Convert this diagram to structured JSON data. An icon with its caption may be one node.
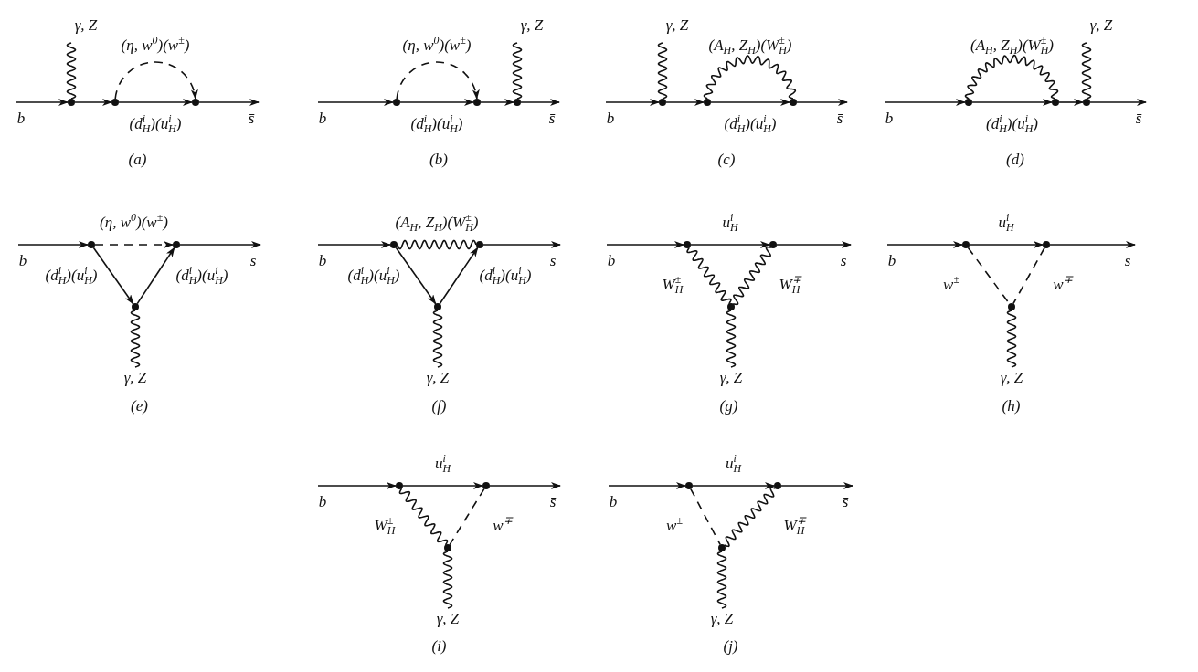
{
  "diagram": {
    "nodes": [
      {
        "text": [],
        "shape": "circle"
      },
      {
        "text": [],
        "shape": "circle"
      },
      {
        "text": [],
        "shape": "circle"
      },
      {
        "text": [],
        "shape": "circle"
      },
      {
        "text": [],
        "shape": "circle"
      },
      {
        "text": [],
        "shape": "circle"
      },
      {
        "text": [],
        "shape": "circle"
      },
      {
        "text": [],
        "shape": "circle"
      },
      {
        "text": [],
        "shape": "circle"
      },
      {
        "text": [],
        "shape": "circle"
      },
      {
        "text": [],
        "shape": "circle"
      },
      {
        "text": [],
        "shape": "circle"
      },
      {
        "text": [],
        "shape": "circle"
      },
      {
        "text": [],
        "shape": "circle"
      },
      {
        "text": [],
        "shape": "circle"
      },
      {
        "text": [],
        "shape": "circle"
      },
      {
        "text": [],
        "shape": "circle"
      },
      {
        "text": [],
        "shape": "circle"
      },
      {
        "text": [],
        "shape": "circle"
      },
      {
        "text": [],
        "shape": "circle"
      },
      {
        "text": [],
        "shape": "circle"
      },
      {
        "text": [],
        "shape": "circle"
      },
      {
        "text": [],
        "shape": "circle"
      },
      {
        "text": [],
        "shape": "circle"
      },
      {
        "text": [],
        "shape": "circle"
      },
      {
        "text": [],
        "shape": "circle"
      },
      {
        "text": [],
        "shape": "circle"
      },
      {
        "text": [],
        "shape": "circle"
      },
      {
        "text": [],
        "shape": "circle"
      },
      {
        "text": [],
        "shape": "circle"
      }
    ],
    "edges": [
      {
        "from": null,
        "to": 0,
        "arrow": "to",
        "label": "b"
      },
      {
        "from": 0,
        "to": 1,
        "arrow": "to"
      },
      {
        "from": 1,
        "to": 2,
        "arrow": "to",
        "label": "(d$^{i}$$_{H}$)(u$^{i}$$_{H}$)"
      },
      {
        "from": 2,
        "to": null,
        "arrow": "to",
        "label": "s̄"
      },
      {
        "from": 0,
        "to": null,
        "arrow": "none",
        "label": "γ, Z"
      },
      {
        "from": 1,
        "to": 2,
        "arrow": "to",
        "style": "dashed",
        "label": "(η, w$^{0}$)(w$^{±}$)"
      },
      {
        "from": null,
        "to": 3,
        "arrow": "to",
        "label": "b"
      },
      {
        "from": 3,
        "to": 4,
        "arrow": "to",
        "label": "(d$^{i}$$_{H}$)(u$^{i}$$_{H}$)"
      },
      {
        "from": 4,
        "to": 5,
        "arrow": "to"
      },
      {
        "from": 5,
        "to": null,
        "arrow": "to",
        "label": "s̄"
      },
      {
        "from": 5,
        "to": null,
        "arrow": "none",
        "label": "γ, Z"
      },
      {
        "from": 3,
        "to": 4,
        "arrow": "to",
        "style": "dashed",
        "label": "(η, w$^{0}$)(w$^{±}$)"
      },
      {
        "from": null,
        "to": 6,
        "arrow": "to",
        "label": "b"
      },
      {
        "from": 6,
        "to": 7,
        "arrow": "to"
      },
      {
        "from": 7,
        "to": 8,
        "arrow": "to",
        "label": "(d$^{i}$$_{H}$)(u$^{i}$$_{H}$)"
      },
      {
        "from": 8,
        "to": null,
        "arrow": "to",
        "label": "s̄"
      },
      {
        "from": 6,
        "to": null,
        "arrow": "none",
        "label": "γ, Z"
      },
      {
        "from": 7,
        "to": 8,
        "arrow": "none",
        "label": "(A$_{H}$, Z$_{H}$)(W$^{±}$$_{H}$)"
      },
      {
        "from": null,
        "to": 9,
        "arrow": "to",
        "label": "b"
      },
      {
        "from": 9,
        "to": 10,
        "arrow": "to",
        "label": "(d$^{i}$$_{H}$)(u$^{i}$$_{H}$)"
      },
      {
        "from": 10,
        "to": 11,
        "arrow": "to"
      },
      {
        "from": 11,
        "to": null,
        "arrow": "to",
        "label": "s̄"
      },
      {
        "from": 11,
        "to": null,
        "arrow": "none",
        "label": "γ, Z"
      },
      {
        "from": 9,
        "to": 10,
        "arrow": "none",
        "label": "(A$_{H}$, Z$_{H}$)(W$^{±}$$_{H}$)"
      },
      {
        "from": null,
        "to": 12,
        "arrow": "to",
        "label": "b"
      },
      {
        "from": 12,
        "to": 13,
        "arrow": "to",
        "style": "dashed",
        "label": "(η, w$^{0}$)(w$^{±}$)"
      },
      {
        "from": 13,
        "to": null,
        "arrow": "to",
        "label": "s̄"
      },
      {
        "from": 12,
        "to": 14,
        "arrow": "to",
        "label": "(d$^{i}$$_{H}$)(u$^{i}$$_{H}$)"
      },
      {
        "from": 14,
        "to": 13,
        "arrow": "to",
        "label": "(d$^{i}$$_{H}$)(u$^{i}$$_{H}$)"
      },
      {
        "from": 14,
        "to": null,
        "arrow": "none",
        "label": "γ, Z"
      },
      {
        "from": null,
        "to": 15,
        "arrow": "to",
        "label": "b"
      },
      {
        "from": 15,
        "to": 16,
        "arrow": "none",
        "label": "(A$_{H}$, Z$_{H}$)(W$^{±}$$_{H}$)"
      },
      {
        "from": 16,
        "to": null,
        "arrow": "to",
        "label": "s̄"
      },
      {
        "from": 15,
        "to": 17,
        "arrow": "to",
        "label": "(d$^{i}$$_{H}$)(u$^{i}$$_{H}$)"
      },
      {
        "from": 17,
        "to": 16,
        "arrow": "to",
        "label": "(d$^{i}$$_{H}$)(u$^{i}$$_{H}$)"
      },
      {
        "from": 17,
        "to": null,
        "arrow": "none",
        "label": "γ, Z"
      },
      {
        "from": null,
        "to": 18,
        "arrow": "to",
        "label": "b"
      },
      {
        "from": 18,
        "to": 19,
        "arrow": "to",
        "label": "u$^{i}$$_{H}$"
      },
      {
        "from": 19,
        "to": null,
        "arrow": "to",
        "label": "s̄"
      },
      {
        "from": 18,
        "to": 20,
        "arrow": "none",
        "label": "W$^{±}$$_{H}$"
      },
      {
        "from": 19,
        "to": 20,
        "arrow": "none",
        "label": "W$^{∓}$$_{H}$"
      },
      {
        "from": 20,
        "to": null,
        "arrow": "none",
        "label": "γ, Z"
      },
      {
        "from": null,
        "to": 21,
        "arrow": "to",
        "label": "b"
      },
      {
        "from": 21,
        "to": 22,
        "arrow": "to",
        "label": "u$^{i}$$_{H}$"
      },
      {
        "from": 22,
        "to": null,
        "arrow": "to",
        "label": "s̄"
      },
      {
        "from": 21,
        "to": 23,
        "arrow": "none",
        "style": "dashed",
        "label": "w$^{±}$"
      },
      {
        "from": 22,
        "to": 23,
        "arrow": "none",
        "style": "dashed",
        "label": "w$^{∓}$"
      },
      {
        "from": 23,
        "to": null,
        "arrow": "none",
        "label": "γ, Z"
      },
      {
        "from": null,
        "to": 24,
        "arrow": "to",
        "label": "b"
      },
      {
        "from": 24,
        "to": 25,
        "arrow": "to",
        "label": "u$^{i}$$_{H}$"
      },
      {
        "from": 25,
        "to": null,
        "arrow": "to",
        "label": "s̄"
      },
      {
        "from": 24,
        "to": 26,
        "arrow": "none",
        "label": "W$^{±}$$_{H}$"
      },
      {
        "from": 25,
        "to": 26,
        "arrow": "none",
        "style": "dashed",
        "label": "w$^{∓}$"
      },
      {
        "from": 26,
        "to": null,
        "arrow": "none",
        "label": "γ, Z"
      },
      {
        "from": null,
        "to": 27,
        "arrow": "to",
        "label": "b"
      },
      {
        "from": 27,
        "to": 28,
        "arrow": "to",
        "label": "u$^{i}$$_{H}$"
      },
      {
        "from": 28,
        "to": null,
        "arrow": "to",
        "label": "s̄"
      },
      {
        "from": 27,
        "to": 29,
        "arrow": "none",
        "style": "dashed",
        "label": "w$^{±}$"
      },
      {
        "from": 28,
        "to": 29,
        "arrow": "none",
        "label": "W$^{∓}$$_{H}$"
      },
      {
        "from": 29,
        "to": null,
        "arrow": "none",
        "label": "γ, Z"
      }
    ],
    "labels": [
      "(a)",
      "(b)",
      "(c)",
      "(d)",
      "(e)",
      "(f)",
      "(g)",
      "(h)",
      "(i)",
      "(j)"
    ]
  }
}
